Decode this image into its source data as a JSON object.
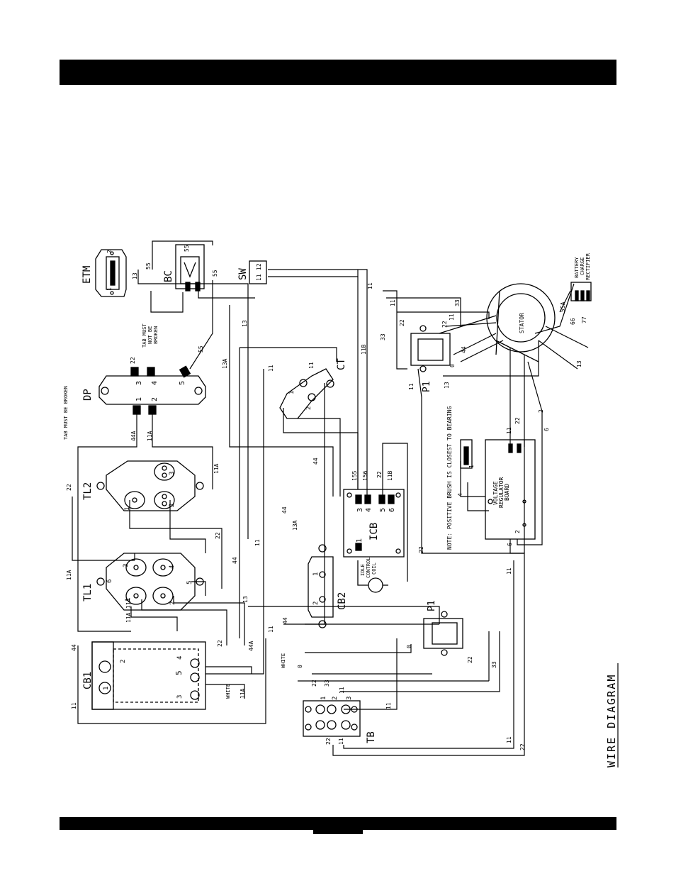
{
  "title": "WIRE DIAGRAM",
  "components": {
    "etm": {
      "label": "ETM",
      "pin1": "1",
      "pin2": "2",
      "inner": "-  +"
    },
    "bc": {
      "label": "BC",
      "pin_top": "55"
    },
    "sw": {
      "label": "SW",
      "pin1": "11",
      "pin2": "12"
    },
    "dp": {
      "label": "DP",
      "p1": "1",
      "p2": "2",
      "p3": "3",
      "p4": "4",
      "p5": "5"
    },
    "ct": {
      "label": "CT",
      "p1": "1",
      "p2": "2"
    },
    "tl2": {
      "label": "TL2",
      "p1": "1",
      "p2": "2",
      "p3": "3"
    },
    "tl1": {
      "label": "TL1",
      "p1": "1",
      "p2": "2",
      "p3": "3",
      "p4": "4",
      "p5": "5",
      "p6": "6"
    },
    "cb1": {
      "label": "CB1",
      "p1": "1",
      "p2": "2",
      "p3": "3",
      "p4": "4",
      "p5": "5"
    },
    "cb2": {
      "label": "CB2",
      "p1": "1",
      "p2": "2"
    },
    "icb": {
      "label": "ICB",
      "p1": "1",
      "p3": "3",
      "p4": "4",
      "p5": "5",
      "p6": "6"
    },
    "idle": {
      "label1": "IDLE",
      "label2": "CONTROL",
      "label3": "COIL"
    },
    "p1a": {
      "label": "P1"
    },
    "p1b": {
      "label": "P1"
    },
    "tb": {
      "label": "TB",
      "p1": "1",
      "p2": "2",
      "p3": "3"
    },
    "stator": {
      "label": "STATOR"
    },
    "vreg": {
      "line1": "VOLTAGE",
      "line2": "REGULATOR",
      "line3": "BOARD"
    },
    "rectifier": {
      "line1": "BATTERY",
      "line2": "CHARGE",
      "line3": "RECTIFIER"
    }
  },
  "notes": {
    "tab_must_not_1": "TAB MUST",
    "tab_must_not_2": "NOT BE",
    "tab_must_not_3": "BROKEN",
    "tab_must_be": "TAB MUST BE BROKEN",
    "brush_note": "NOTE: POSITIVE BRUSH IS CLOSEST TO BEARING"
  },
  "wires": {
    "w13": "13",
    "w55": "55",
    "w11": "11",
    "w22": "22",
    "w44": "44",
    "w44a": "44A",
    "w11a": "11A",
    "w13a": "13A",
    "w11b": "11B",
    "w33": "33",
    "w0": "0",
    "w155": "155",
    "w156": "156",
    "w55a": "55A",
    "w66": "66",
    "w77": "77",
    "w2": "2",
    "w6": "6",
    "w4": "4",
    "w1": "1",
    "white": "WHITE"
  }
}
